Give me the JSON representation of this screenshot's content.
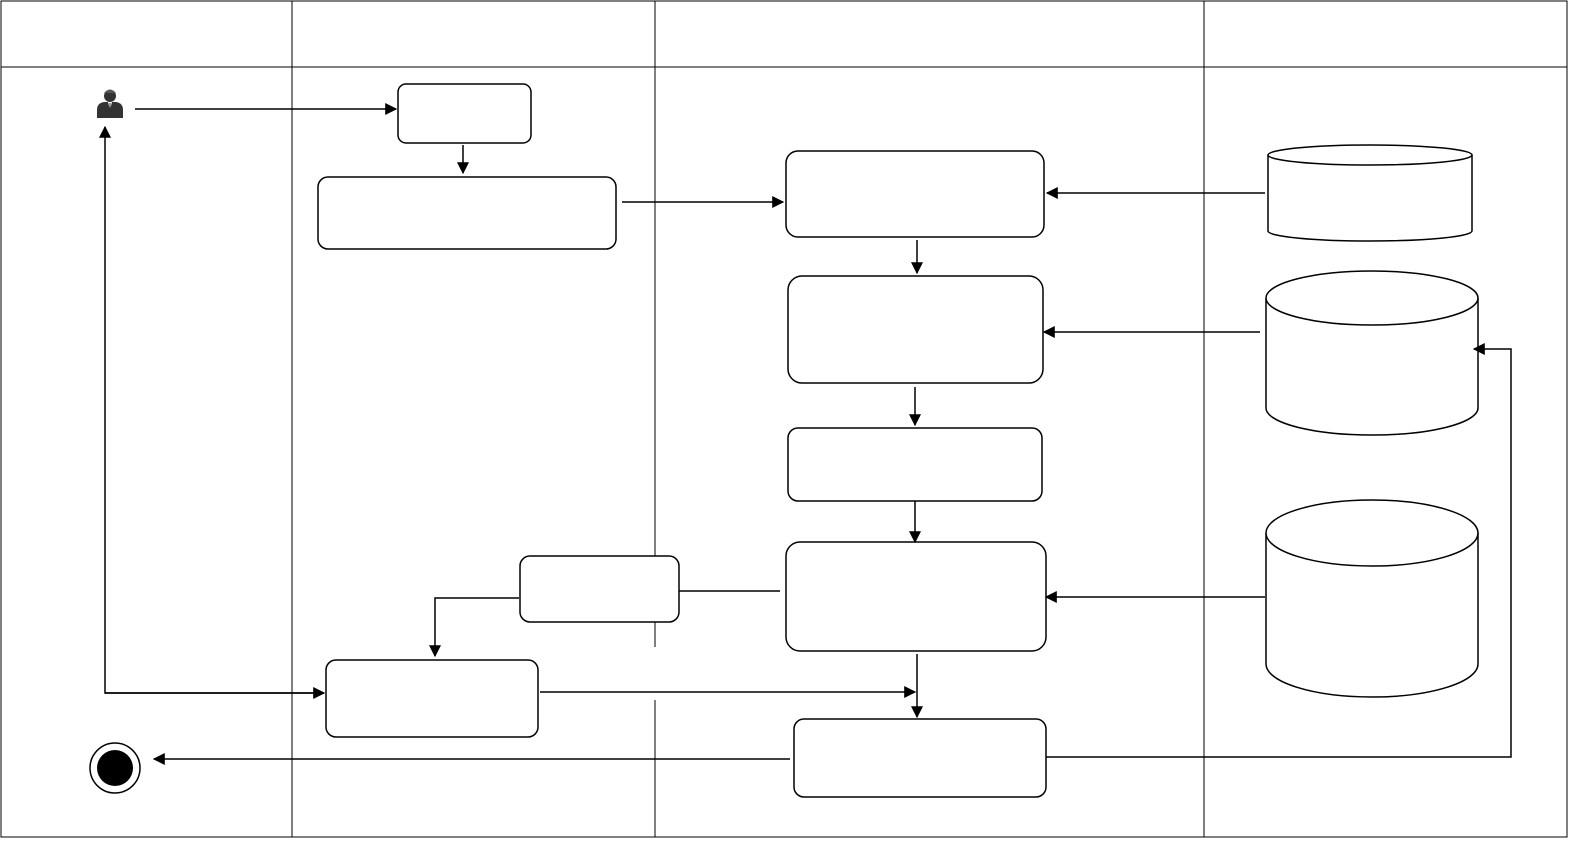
{
  "diagram": {
    "lanes": [
      {
        "id": "lane-1",
        "title": ""
      },
      {
        "id": "lane-2",
        "title": ""
      },
      {
        "id": "lane-3",
        "title": ""
      },
      {
        "id": "lane-4",
        "title": ""
      }
    ],
    "nodes": [
      {
        "id": "actor",
        "kind": "actor",
        "icon": "user-icon"
      },
      {
        "id": "box-start",
        "kind": "process",
        "label": ""
      },
      {
        "id": "box-submit",
        "kind": "process",
        "label": ""
      },
      {
        "id": "box-step1",
        "kind": "process",
        "label": ""
      },
      {
        "id": "box-step2",
        "kind": "process",
        "label": ""
      },
      {
        "id": "box-step3",
        "kind": "process",
        "label": ""
      },
      {
        "id": "box-step4",
        "kind": "process",
        "label": ""
      },
      {
        "id": "box-side",
        "kind": "process",
        "label": ""
      },
      {
        "id": "box-result",
        "kind": "process",
        "label": ""
      },
      {
        "id": "box-final",
        "kind": "process",
        "label": ""
      },
      {
        "id": "db-1",
        "kind": "database",
        "label": ""
      },
      {
        "id": "db-2",
        "kind": "database",
        "label": ""
      },
      {
        "id": "db-3",
        "kind": "database",
        "label": ""
      },
      {
        "id": "end",
        "kind": "end",
        "icon": "end-state-icon"
      }
    ],
    "edges": [
      {
        "from": "actor",
        "to": "box-start"
      },
      {
        "from": "box-start",
        "to": "box-submit"
      },
      {
        "from": "box-submit",
        "to": "box-step1"
      },
      {
        "from": "db-1",
        "to": "box-step1"
      },
      {
        "from": "box-step1",
        "to": "box-step2"
      },
      {
        "from": "db-2",
        "to": "box-step2"
      },
      {
        "from": "box-step2",
        "to": "box-step3"
      },
      {
        "from": "box-step3",
        "to": "box-step4"
      },
      {
        "from": "db-3",
        "to": "box-step4"
      },
      {
        "from": "box-step4",
        "to": "box-side"
      },
      {
        "from": "box-side",
        "to": "box-result"
      },
      {
        "from": "box-result",
        "to": "actor"
      },
      {
        "from": "box-result",
        "to": "box-final"
      },
      {
        "from": "box-step4",
        "to": "box-final"
      },
      {
        "from": "box-final",
        "to": "end"
      },
      {
        "from": "box-final",
        "to": "db-2"
      }
    ]
  }
}
